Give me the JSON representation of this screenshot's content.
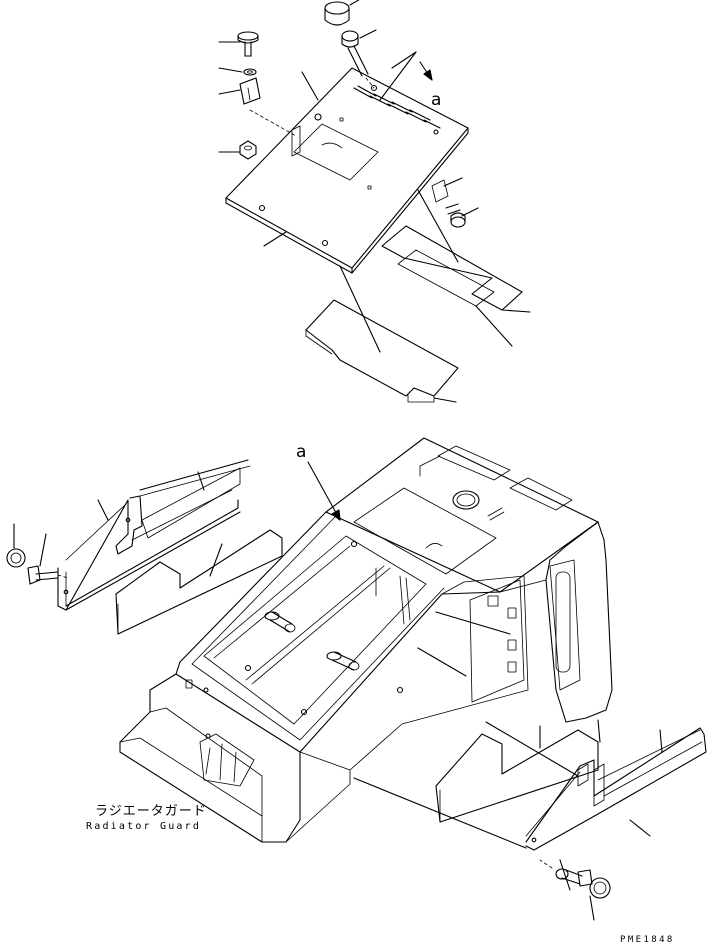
{
  "labels": {
    "part_name_jp": "ラジエータガード",
    "part_name_en": "Radiator Guard",
    "ref_top": "a",
    "ref_main": "a",
    "drawing_code": "PME1848"
  },
  "colors": {
    "ink": "#000000",
    "paper": "#ffffff"
  }
}
